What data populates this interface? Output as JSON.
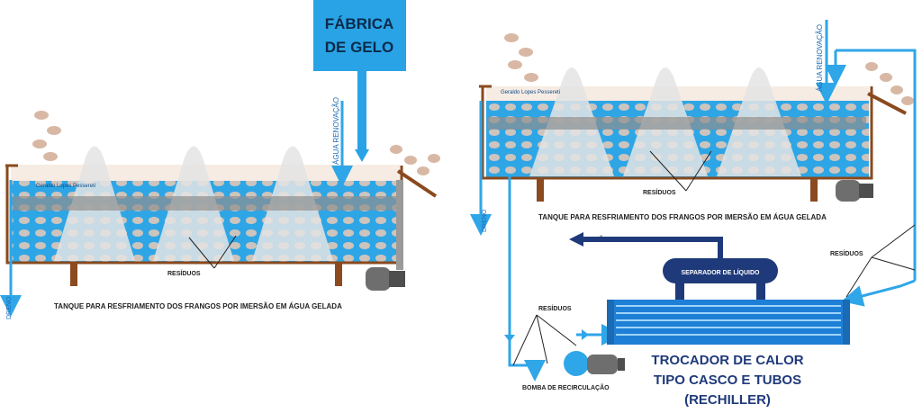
{
  "left": {
    "ice_factory_line1": "FÁBRICA",
    "ice_factory_line2": "DE GELO",
    "renewal_water": "ÁGUA RENOVAÇÃO",
    "drain": "DRENO",
    "residues": "RESÍDUOS",
    "caption": "TANQUE PARA RESFRIAMENTO DOS FRANGOS POR IMERSÃO EM ÁGUA GELADA",
    "watermark": "Geraldo Lopes Pessereti"
  },
  "right": {
    "renewal_water": "ÁGUA RENOVAÇÃO",
    "drain": "DRENO",
    "residues_tank": "RESÍDUOS",
    "caption": "TANQUE PARA RESFRIAMENTO DOS FRANGOS POR IMERSÃO EM ÁGUA GELADA",
    "ammonia": "AMÔNIA",
    "separator": "SEPARADOR DE LÍQUIDO",
    "residues_right": "RESÍDUOS",
    "residues_pump": "RESÍDUOS",
    "pump": "BOMBA DE RECIRCULAÇÃO",
    "exchanger_line1": "TROCADOR DE CALOR",
    "exchanger_line2": "TIPO CASCO E TUBOS",
    "exchanger_line3": "(RECHILLER)",
    "watermark": "Geraldo Lopes Pessereti"
  },
  "colors": {
    "water": "#29a8e6",
    "ice_box": "#29a3e6",
    "pipe": "#2fa6e8",
    "tank_rim": "#8a4a1e",
    "legs": "#8b4a20",
    "navy": "#1f3a7a",
    "exchanger": "#1e7fd6"
  }
}
